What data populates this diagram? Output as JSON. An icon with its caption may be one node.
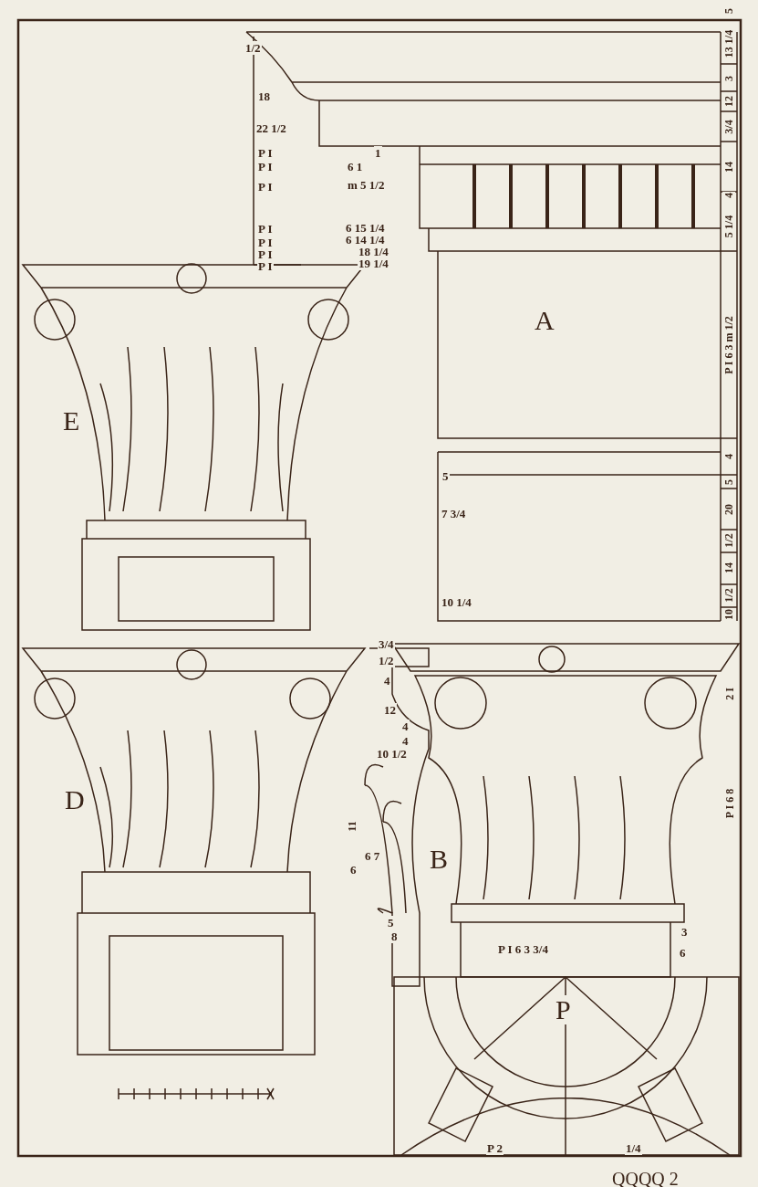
{
  "diagram": {
    "labels": [
      "1/2",
      "18",
      "22 1/2",
      "P I",
      "P I",
      "P I",
      "P I",
      "P I",
      "P I",
      "P I",
      "1",
      "6 1",
      "m 5 1/2",
      "6 15 1/4",
      "6 14 1/4",
      "18 1/4",
      "19 1/4",
      "5",
      "13 1/4",
      "3",
      "12",
      "3/4",
      "14",
      "4",
      "5 1/4",
      "P I 6 3 m 1/2",
      "4",
      "5",
      "20",
      "1/2",
      "14",
      "1/2",
      "10",
      "E",
      "A",
      "5",
      "7 3/4",
      "10 1/4",
      "3/4",
      "1/2",
      "4",
      "12",
      "4",
      "4",
      "10 1/2",
      "2 I",
      "D",
      "11",
      "6",
      "6 7",
      "B",
      "P I 6 8",
      "5",
      "8",
      "3",
      "P I 6 3 3/4",
      "6",
      "P",
      "P 2",
      "1/4",
      "QQQQ 2"
    ]
  }
}
